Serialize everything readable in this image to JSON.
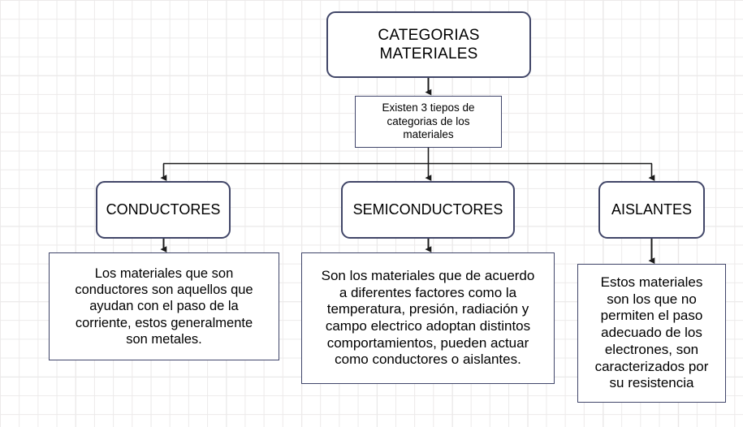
{
  "diagram": {
    "type": "flowchart",
    "title_node": {
      "id": "categorias-materiales",
      "text": "CATEGORIAS\nMATERIALES",
      "shape": "rounded-rectangle"
    },
    "note_node": {
      "id": "existen-3-tipos",
      "text": "Existen 3 tiepos de\ncategorias de los\nmateriales",
      "shape": "rectangle"
    },
    "categories": [
      {
        "id": "conductores",
        "label": "CONDUCTORES",
        "shape": "rounded-rectangle",
        "description": "Los materiales que son\nconductores son aquellos que\nayudan con el paso de la\ncorriente, estos generalmente\nson metales."
      },
      {
        "id": "semiconductores",
        "label": "SEMICONDUCTORES",
        "shape": "rounded-rectangle",
        "description": "Son los materiales que de acuerdo\na diferentes factores como la\ntemperatura, presión, radiación y\ncampo electrico adoptan distintos\ncomportamientos, pueden actuar\ncomo conductores o aislantes."
      },
      {
        "id": "aislantes",
        "label": "AISLANTES",
        "shape": "rounded-rectangle",
        "description": "Estos materiales\nson los que no\npermiten el paso\nadecuado de los\nelectrones, son\ncaracterizados por\nsu resistencia"
      }
    ],
    "colors": {
      "box_border": "#414668",
      "box_fill": "#ffffff",
      "connector": "#1b1b1b",
      "text": "#000000",
      "grid_minor": "#eceaea",
      "grid_major": "#e0dfdf",
      "background": "#ffffff"
    },
    "connectors": [
      {
        "name": "title-to-note",
        "from": "categorias-materiales",
        "to": "existen-3-tipos",
        "arrow": true
      },
      {
        "name": "note-to-branch",
        "from": "existen-3-tipos",
        "to": "branch-bus",
        "arrow": false
      },
      {
        "name": "branch-to-conductores",
        "from": "branch-bus",
        "to": "conductores",
        "arrow": true
      },
      {
        "name": "branch-to-semiconductores",
        "from": "branch-bus",
        "to": "semiconductores",
        "arrow": true
      },
      {
        "name": "branch-to-aislantes",
        "from": "branch-bus",
        "to": "aislantes",
        "arrow": true
      },
      {
        "name": "conductores-to-desc",
        "from": "conductores",
        "to": "desc-conductores",
        "arrow": true
      },
      {
        "name": "semiconductores-to-desc",
        "from": "semiconductores",
        "to": "desc-semiconductores",
        "arrow": true
      },
      {
        "name": "aislantes-to-desc",
        "from": "aislantes",
        "to": "desc-aislantes",
        "arrow": true
      }
    ]
  }
}
